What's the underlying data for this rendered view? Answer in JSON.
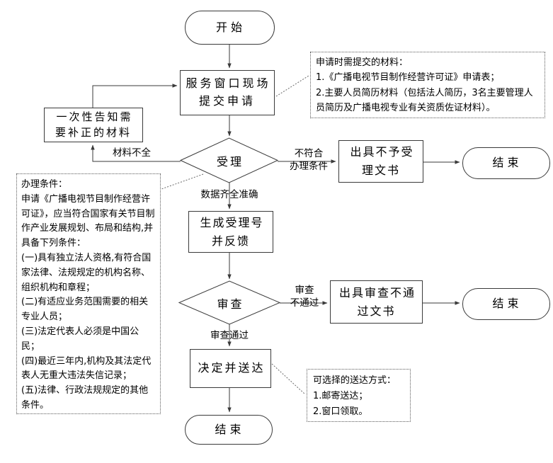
{
  "flowchart": {
    "nodes": {
      "start": {
        "label": "开始"
      },
      "submit": {
        "label": "服务窗口现场\n提交申请"
      },
      "notify": {
        "label": "一次性告知需\n要补正的材料"
      },
      "accept": {
        "label": "受理"
      },
      "reject_doc": {
        "label": "出具不予受\n理文书"
      },
      "end1": {
        "label": "结束"
      },
      "receipt": {
        "label": "生成受理号\n并反馈"
      },
      "review": {
        "label": "审查"
      },
      "review_fail_doc": {
        "label": "出具审查不通\n过文书"
      },
      "end2": {
        "label": "结束"
      },
      "decide": {
        "label": "决定并送达"
      },
      "end3": {
        "label": "结束"
      }
    },
    "edge_labels": {
      "incomplete": "材料不全",
      "not_qualified": "不符合\n办理条件",
      "data_ok": "数据齐全准确",
      "review_fail": "审查\n不通过",
      "review_pass": "审查通过"
    },
    "notes": {
      "materials": "申请时需提交的材料：\n1.《广播电视节目制作经营许可证》申请表；\n2.主要人员简历材料（包括法人简历，3名主要管理人员简历及广播电视专业有关资质佐证材料）。",
      "conditions": "办理条件：\n申请《广播电视节目制作经营许可证》，应当符合国家有关节目制作产业发展规划、布局和结构,并具备下列条件：\n(一)具有独立法人资格,有符合国家法律、法规规定的机构名称、组织机构和章程；\n(二)有适应业务范围需要的相关专业人员；\n(三)法定代表人必须是中国公民；\n(四)最近三年内,机构及其法定代表人无重大违法失信记录；\n(五)法律、行政法规规定的其他条件。",
      "delivery": "可选择的送达方式：\n1.邮寄送达；\n2.窗口领取。"
    },
    "colors": {
      "line": "#3a3a3a",
      "dotted": "#6a6a6a",
      "text": "#000000",
      "background": "#ffffff"
    }
  }
}
